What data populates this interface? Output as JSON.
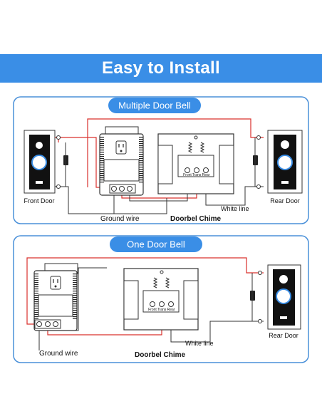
{
  "banner": {
    "title": "Easy to Install"
  },
  "colors": {
    "accent": "#3a8ee6",
    "wire_red": "#d9302c",
    "panel_border": "#4a90d9"
  },
  "panels": [
    {
      "title": "Multiple Door Bell",
      "left_door_label": "Front Door",
      "right_door_label": "Rear Door",
      "ground_label": "Ground wire",
      "chime_label": "Doorbel Chime",
      "white_line_label": "White line",
      "terminals": [
        "Front",
        "Trans",
        "Rear"
      ]
    },
    {
      "title": "One Door Bell",
      "right_door_label": "Rear Door",
      "ground_label": "Ground wire",
      "chime_label": "Doorbel Chime",
      "white_line_label": "White line",
      "terminals": [
        "Front",
        "Trans",
        "Rear"
      ]
    }
  ]
}
